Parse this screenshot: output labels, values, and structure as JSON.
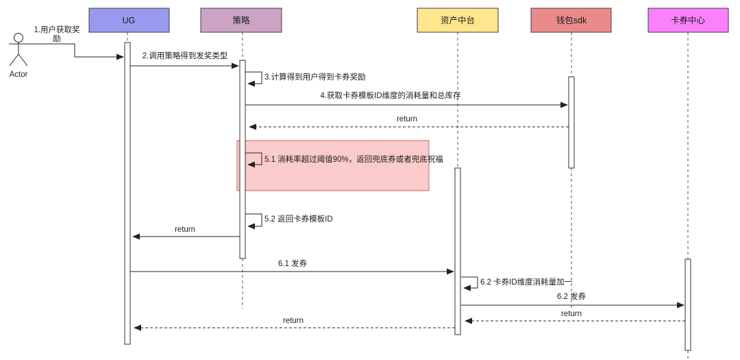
{
  "actor": {
    "label": "Actor"
  },
  "participants": [
    {
      "label": "UG",
      "fill": "#9999EE"
    },
    {
      "label": "策略",
      "fill": "#CCA3C2"
    },
    {
      "label": "资产中台",
      "fill": "#FFE58C"
    },
    {
      "label": "钱包sdk",
      "fill": "#E98B8B"
    },
    {
      "label": "卡券中心",
      "fill": "#FB80FB"
    }
  ],
  "note": {
    "fill": "#F9CBCA",
    "stroke": "#BB6A6A"
  },
  "messages": {
    "m1": {
      "lines": [
        "1.用户获取奖",
        "励"
      ]
    },
    "m2": {
      "label": "2.调用策略得到发奖类型"
    },
    "m3": {
      "label": "3.计算得到用户得到卡券奖励"
    },
    "m4": {
      "label": "4.获取卡券模板ID维度的消耗量和总库存"
    },
    "r1": {
      "label": "return"
    },
    "m51": {
      "label": "5.1 消耗率超过阈值90%，返回兜底券或者兜底祝福"
    },
    "m52": {
      "label": "5.2 返回卡券模板ID"
    },
    "r2": {
      "label": "return"
    },
    "m61": {
      "label": "6.1 发券"
    },
    "m62self": {
      "label": "6.2 卡券ID维度消耗量加一"
    },
    "m62": {
      "label": "6.2 发券"
    },
    "r3": {
      "label": "return"
    },
    "r4": {
      "label": "return"
    }
  },
  "colors": {
    "message_line": "#222222",
    "lifeline": "#555555",
    "activation_fill": "#ffffff",
    "header_stroke": "#3d3d3d",
    "background": "#ffffff"
  }
}
